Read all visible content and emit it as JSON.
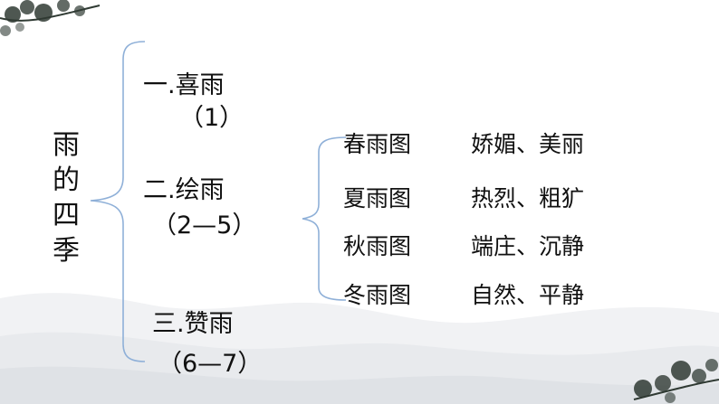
{
  "topic": [
    "雨",
    "的",
    "四",
    "季"
  ],
  "sections": [
    {
      "title": "一.喜雨",
      "range": "（1）"
    },
    {
      "title": "二.绘雨",
      "range": "（2—5）"
    },
    {
      "title": "三.赞雨",
      "range": "（6—7）"
    }
  ],
  "rain_pictures": [
    {
      "name": "春雨图",
      "desc": "娇媚、美丽"
    },
    {
      "name": "夏雨图",
      "desc": "热烈、粗犷"
    },
    {
      "name": "秋雨图",
      "desc": "端庄、沉静"
    },
    {
      "name": "冬雨图",
      "desc": "自然、平静"
    }
  ],
  "colors": {
    "bracket": "#8fb0d8",
    "text": "#111111",
    "mist": "#e9ebee",
    "pine": "#2f3a33"
  },
  "decorations": [
    "pine-branch-top-left",
    "pine-branch-bottom-right",
    "ink-mountain-mist"
  ]
}
